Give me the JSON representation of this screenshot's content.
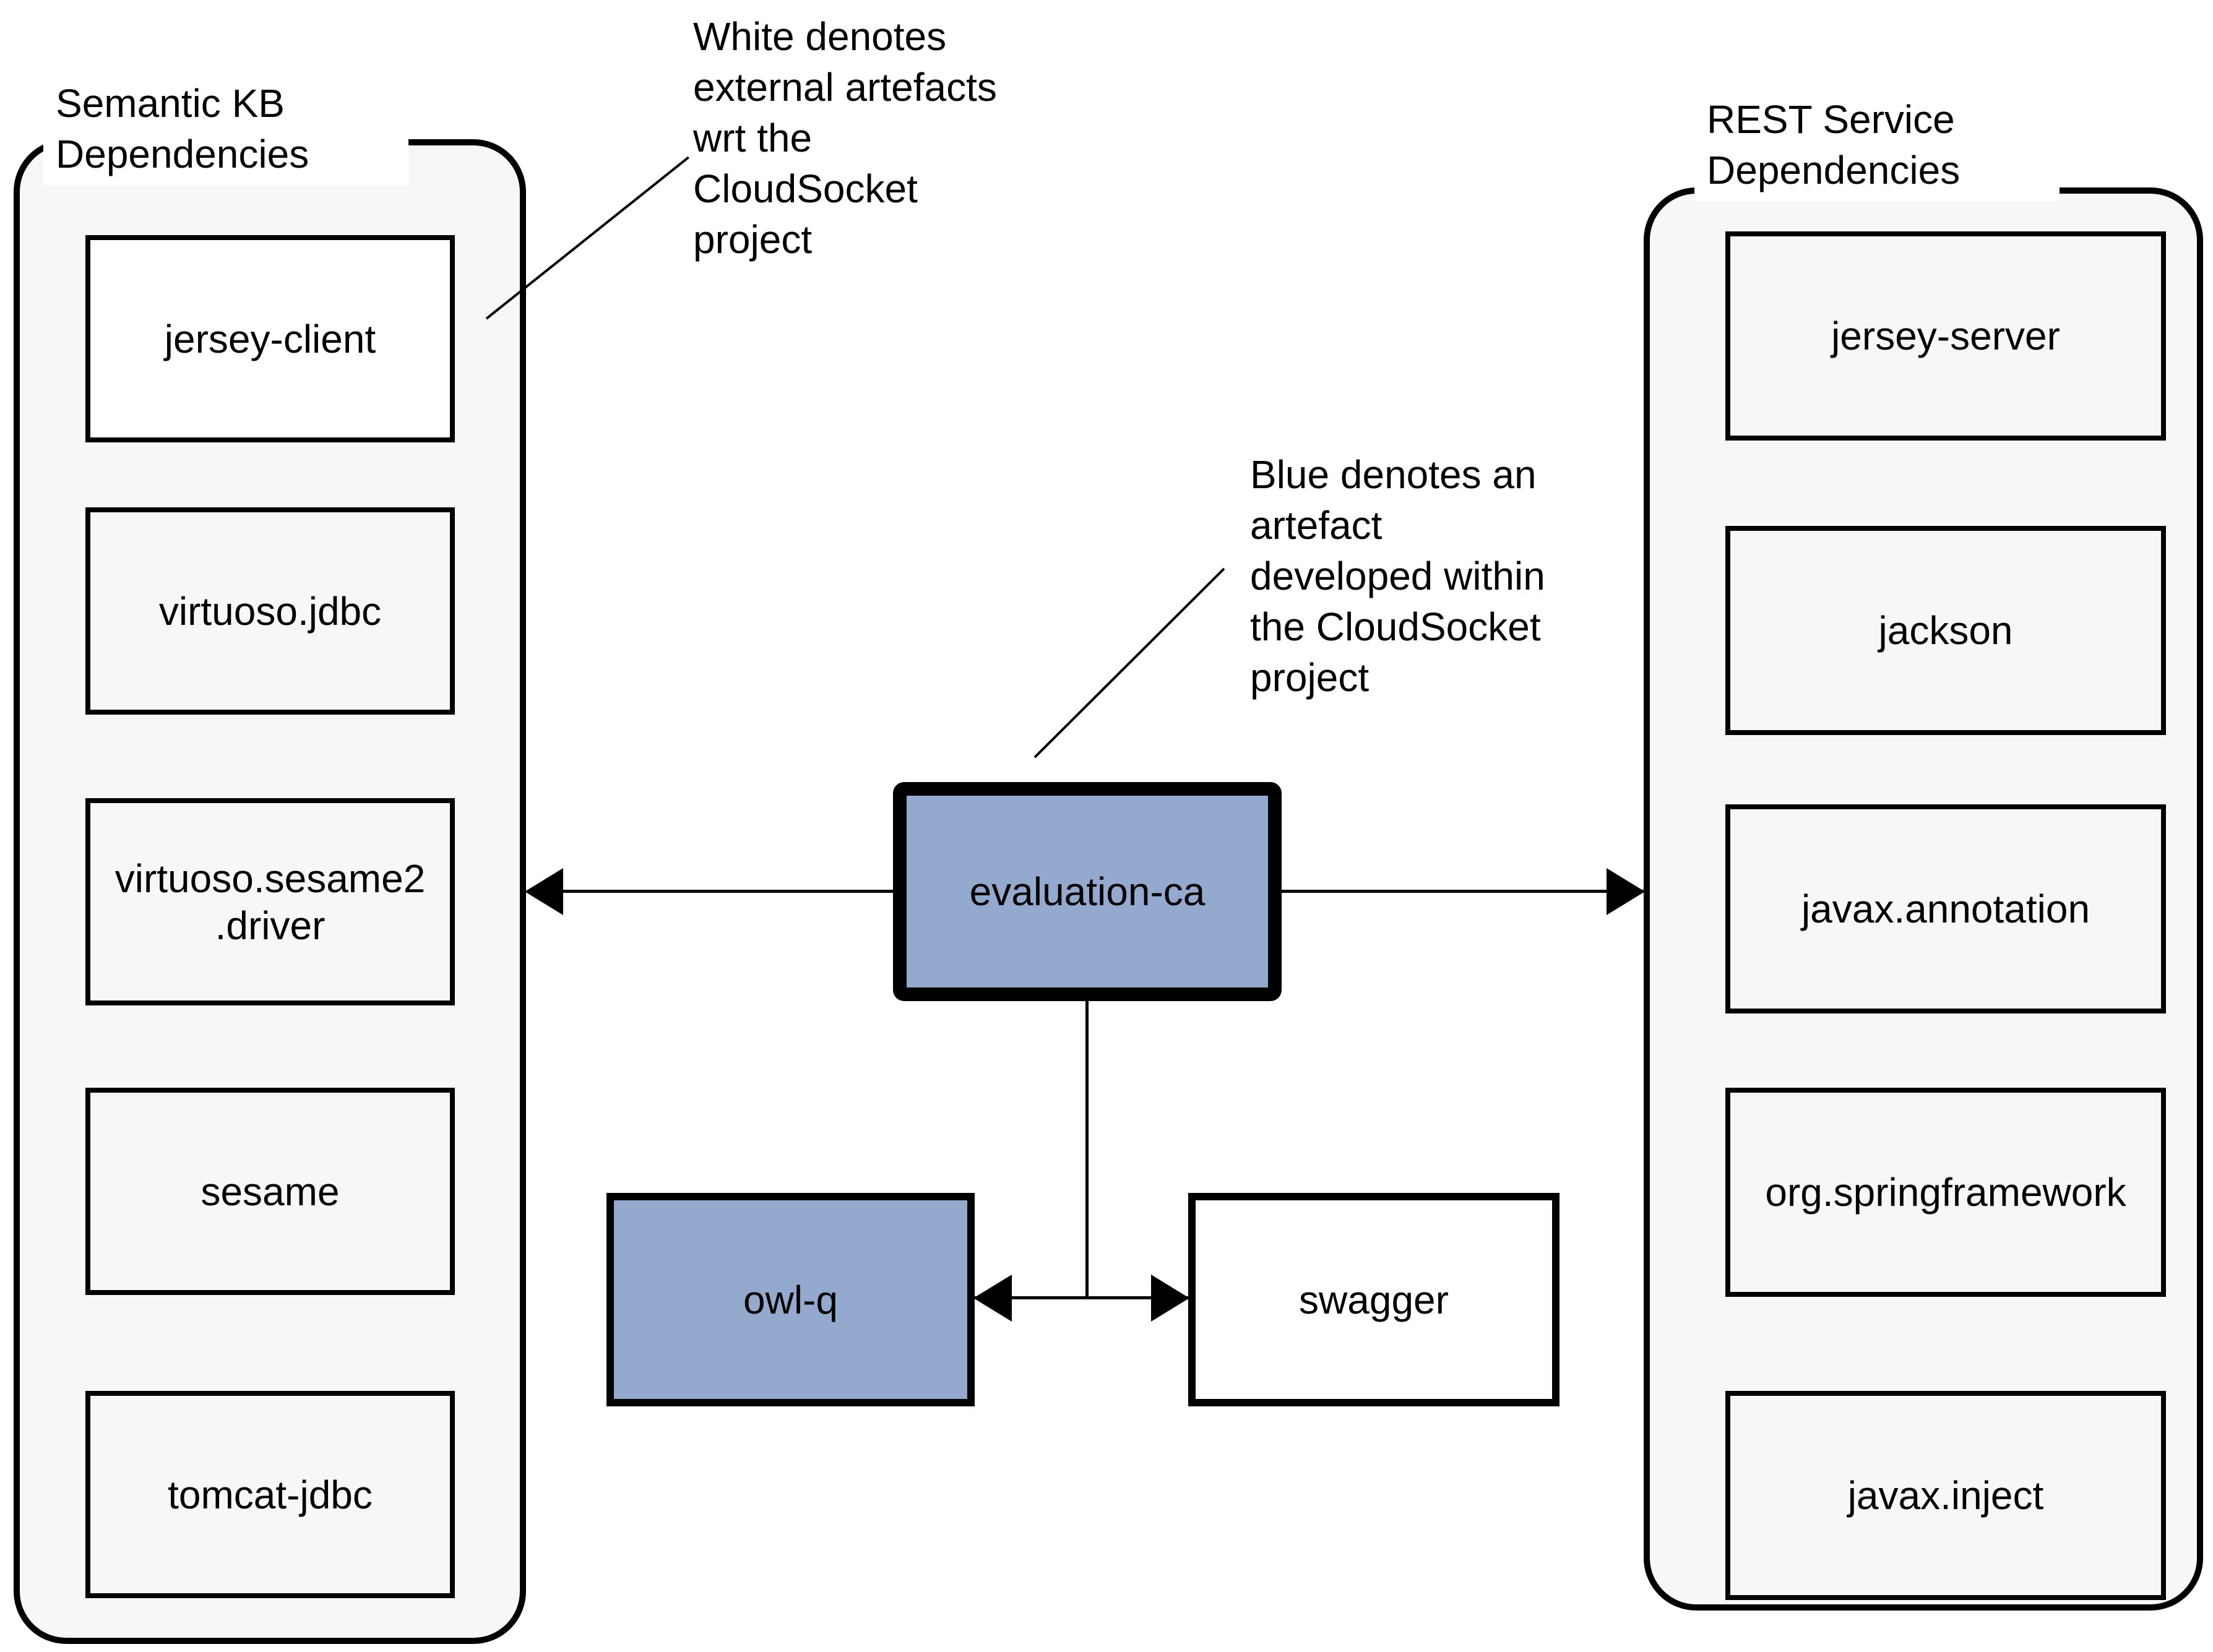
{
  "colors": {
    "artefact_internal_fill": "#93a9cd",
    "artefact_external_fill": "#ffffff",
    "panel_fill": "#f7f7f7",
    "line_color": "#000000"
  },
  "left_panel": {
    "title": "Semantic KB\nDependencies",
    "boxes": [
      {
        "label": "jersey-client"
      },
      {
        "label": "virtuoso.jdbc"
      },
      {
        "label_line1": "virtuoso.sesame2",
        "label_line2": ".driver"
      },
      {
        "label": "sesame"
      },
      {
        "label": "tomcat-jdbc"
      }
    ]
  },
  "right_panel": {
    "title": "REST Service\nDependencies",
    "boxes": [
      {
        "label": "jersey-server"
      },
      {
        "label": "jackson"
      },
      {
        "label": "javax.annotation"
      },
      {
        "label": "org.springframework"
      },
      {
        "label": "javax.inject"
      }
    ]
  },
  "center": {
    "evaluation_label": "evaluation-ca",
    "owlq_label": "owl-q",
    "swagger_label": "swagger"
  },
  "annotations": {
    "white_note": "White denotes\nexternal artefacts\nwrt the\nCloudSocket\nproject",
    "blue_note": "Blue denotes an\nartefact\ndeveloped within\nthe CloudSocket\nproject"
  }
}
